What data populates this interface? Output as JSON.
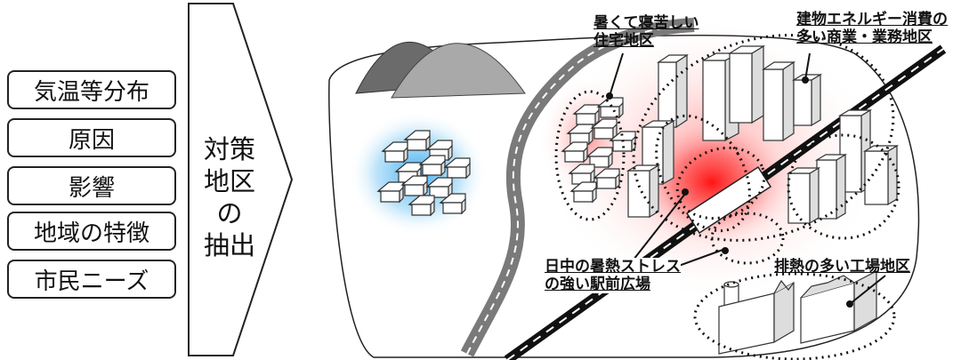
{
  "factors": [
    {
      "label": "気温等分布"
    },
    {
      "label": "原因"
    },
    {
      "label": "影響"
    },
    {
      "label": "地域の特徴"
    },
    {
      "label": "市民ニーズ"
    }
  ],
  "arrow_label_lines": [
    "対策",
    "地区",
    "の",
    "抽出"
  ],
  "annotations": {
    "residential": {
      "line1": "暑くて寝苦しい",
      "line2": "住宅地区"
    },
    "commercial": {
      "line1": "建物エネルギー消費の",
      "line2": "多い商業・業務地区"
    },
    "station": {
      "line1": "日中の暑熱ストレス",
      "line2": "の強い駅前広場"
    },
    "factory": {
      "line1": "排熱の多い工場地区"
    }
  },
  "colors": {
    "hot": "#ff2020",
    "cool": "#4fb8f0",
    "mountain_dark": "#6b6b6b",
    "mountain_light": "#a9a9a9"
  }
}
